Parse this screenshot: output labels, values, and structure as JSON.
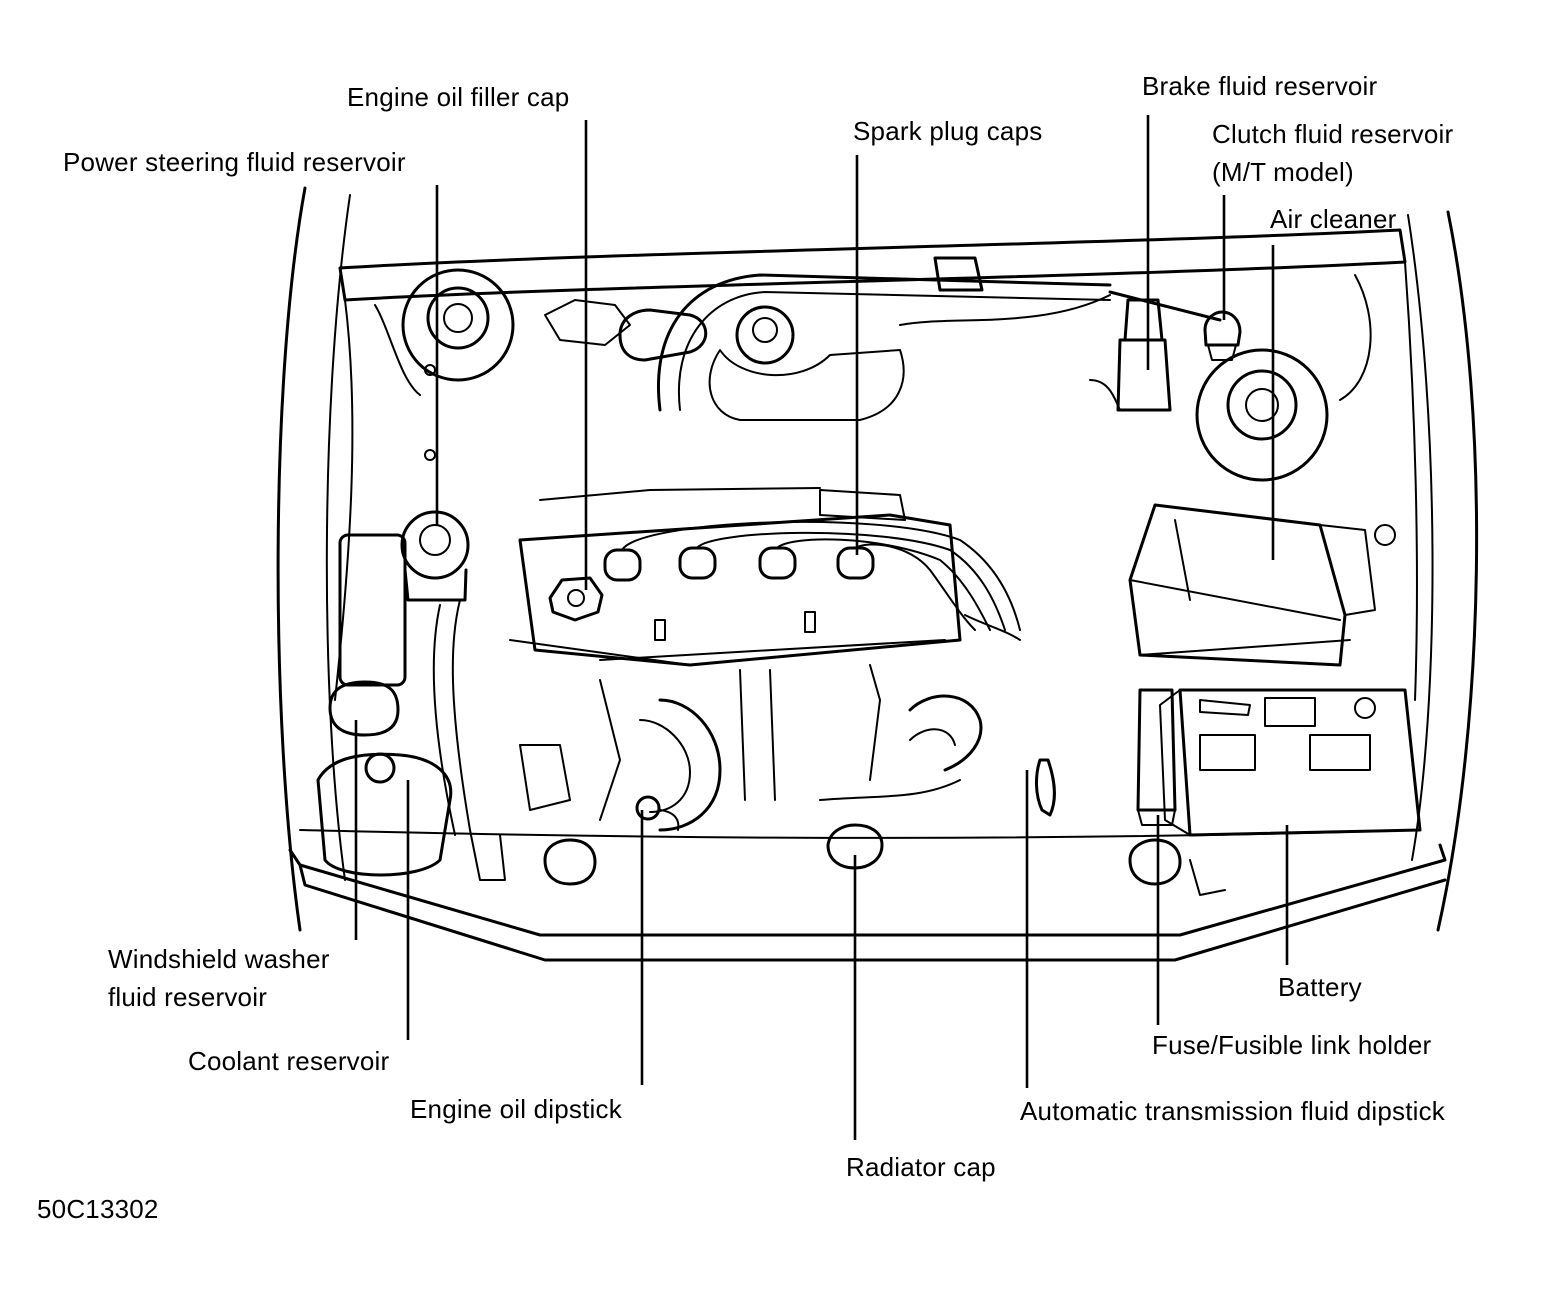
{
  "labels": {
    "engine_oil_filler_cap": "Engine oil filler cap",
    "power_steering_fluid_reservoir": "Power steering fluid reservoir",
    "spark_plug_caps": "Spark plug caps",
    "brake_fluid_reservoir": "Brake fluid reservoir",
    "clutch_fluid_reservoir_line1": "Clutch fluid reservoir",
    "clutch_fluid_reservoir_line2": "(M/T model)",
    "air_cleaner": "Air cleaner",
    "windshield_washer_line1": "Windshield washer",
    "windshield_washer_line2": "fluid reservoir",
    "coolant_reservoir": "Coolant reservoir",
    "engine_oil_dipstick": "Engine oil dipstick",
    "radiator_cap": "Radiator cap",
    "automatic_transmission_fluid_dipstick": "Automatic transmission fluid dipstick",
    "fuse_fusible_link_holder": "Fuse/Fusible link holder",
    "battery": "Battery"
  },
  "figure_id": "50C13302",
  "colors": {
    "ink": "#000000",
    "paper": "#ffffff"
  }
}
